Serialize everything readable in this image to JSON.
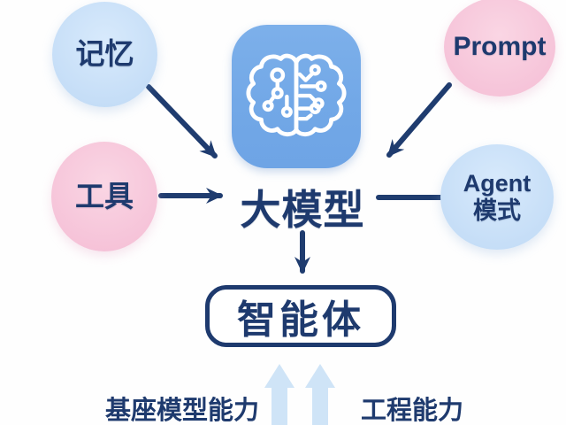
{
  "diagram": {
    "title_hint": "LLM agent composition diagram",
    "nodes": {
      "memory": {
        "label": "记忆"
      },
      "tools": {
        "label": "工具"
      },
      "prompt": {
        "label": "Prompt"
      },
      "agent_mode": {
        "label_line1": "Agent",
        "label_line2": "模式"
      },
      "llm": {
        "label": "大模型",
        "icon": "brain-circuit-icon"
      },
      "agent": {
        "label": "智能体"
      }
    },
    "captions": {
      "base_model_ability": "基座模型能力",
      "engineering_ability": "工程能力"
    },
    "edges": [
      {
        "from": "记忆",
        "to": "大模型",
        "style": "arrow"
      },
      {
        "from": "Prompt",
        "to": "大模型",
        "style": "arrow"
      },
      {
        "from": "工具",
        "to": "大模型",
        "style": "arrow"
      },
      {
        "from": "Agent 模式",
        "to": "大模型",
        "style": "line"
      },
      {
        "from": "大模型",
        "to": "智能体",
        "style": "arrow"
      },
      {
        "from": "基座模型能力",
        "to": "智能体",
        "style": "up-arrow"
      },
      {
        "from": "工程能力",
        "to": "智能体",
        "style": "up-arrow"
      }
    ],
    "colors": {
      "background": "#ffffff",
      "light_blue_node": "#cce3f8",
      "pink_node": "#f6c4d9",
      "navy_text": "#1e3a6e",
      "arrow_navy": "#1f3c6f",
      "icon_tile_blue": "#74aae8",
      "up_arrow_light_blue": "#cfe4f7"
    }
  }
}
